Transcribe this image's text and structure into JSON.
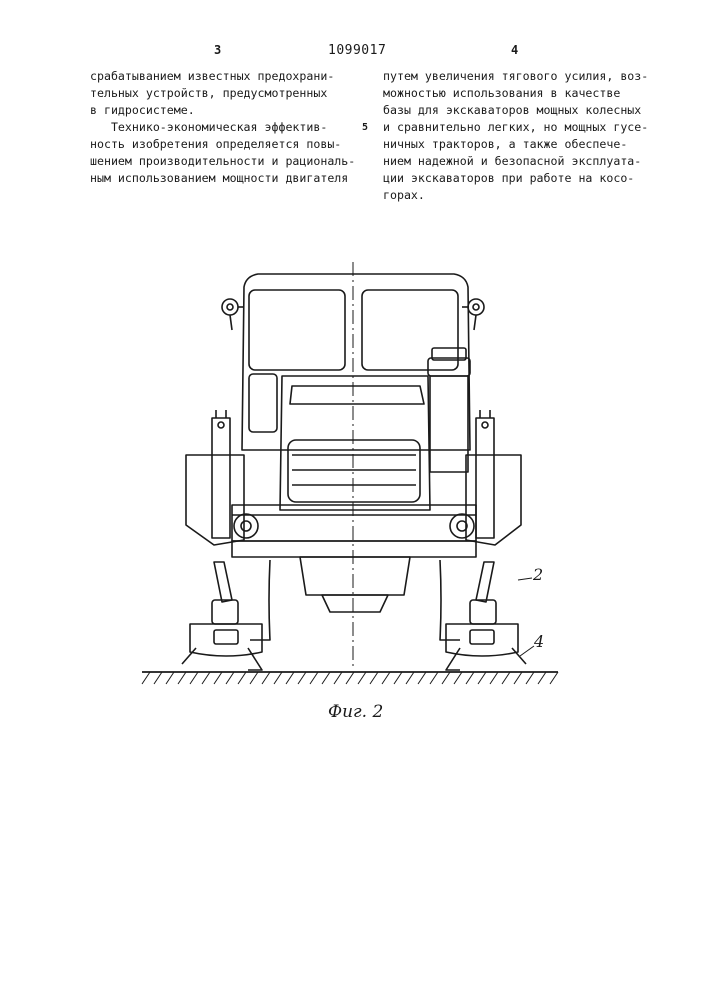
{
  "header": {
    "left_page": "3",
    "patent_number": "1099017",
    "right_page": "4"
  },
  "left_column": {
    "lines": [
      "срабатыванием известных предохрани-",
      "тельных устройств, предусмотренных",
      "в гидросистеме.",
      "",
      "   Технико-экономическая эффектив-",
      "ность изобретения определяется повы-",
      "шением производительности и рациональ-",
      "ным использованием мощности двигателя"
    ]
  },
  "line_number": "5",
  "right_column": {
    "lines": [
      "путем увеличения тягового усилия, воз-",
      "можностью использования в качестве",
      "базы для экскаваторов мощных колесных",
      "и сравнительно легких, но мощных гусе-",
      "ничных тракторов, а также обеспече-",
      "нием надежной и безопасной эксплуата-",
      "ции экскаваторов при работе на косо-",
      "горах."
    ]
  },
  "figure": {
    "caption": "Фиг. 2",
    "callouts": [
      "2",
      "4"
    ]
  }
}
